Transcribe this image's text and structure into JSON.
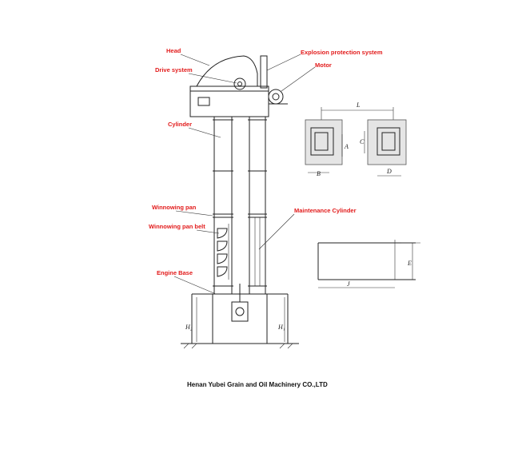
{
  "labels": {
    "head": "Head",
    "explosion": "Explosion protection system",
    "drive": "Drive system",
    "motor": "Motor",
    "cylinder": "Cylinder",
    "winnowing_pan": "Winnowing pan",
    "winnowing_pan_belt": "Winnowing pan belt",
    "maintenance": "Maintenance Cylinder",
    "engine_base": "Engine Base"
  },
  "dimensions": {
    "L": "L",
    "A": "A",
    "B": "B",
    "C": "C",
    "D": "D",
    "E": "E",
    "J": "J",
    "H2": "H₂",
    "H1": "H₁"
  },
  "footer": "Henan Yubei Grain and Oil Machinery CO.,LTD",
  "colors": {
    "label": "#e21b1b",
    "line": "#222222"
  }
}
